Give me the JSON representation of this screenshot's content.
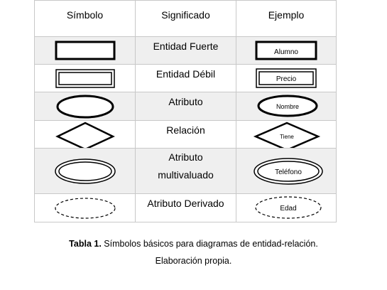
{
  "headers": {
    "symbol": "Símbolo",
    "meaning": "Significado",
    "example": "Ejemplo"
  },
  "rows": [
    {
      "symbol_icon": "rectangle-icon",
      "meaning": "Entidad Fuerte",
      "example": "Alumno"
    },
    {
      "symbol_icon": "double-rectangle-icon",
      "meaning": "Entidad Débil",
      "example": "Precio"
    },
    {
      "symbol_icon": "ellipse-icon",
      "meaning": "Atributo",
      "example": "Nombre"
    },
    {
      "symbol_icon": "diamond-icon",
      "meaning": "Relación",
      "example": "Tiene"
    },
    {
      "symbol_icon": "double-ellipse-icon",
      "meaning_line1": "Atributo",
      "meaning_line2": "multivaluado",
      "example": "Teléfono"
    },
    {
      "symbol_icon": "dashed-ellipse-icon",
      "meaning": "Atributo Derivado",
      "example": "Edad"
    }
  ],
  "caption": {
    "label": "Tabla 1.",
    "text": " Símbolos básicos para diagramas de entidad-relación.",
    "line2": "Elaboración propia."
  }
}
